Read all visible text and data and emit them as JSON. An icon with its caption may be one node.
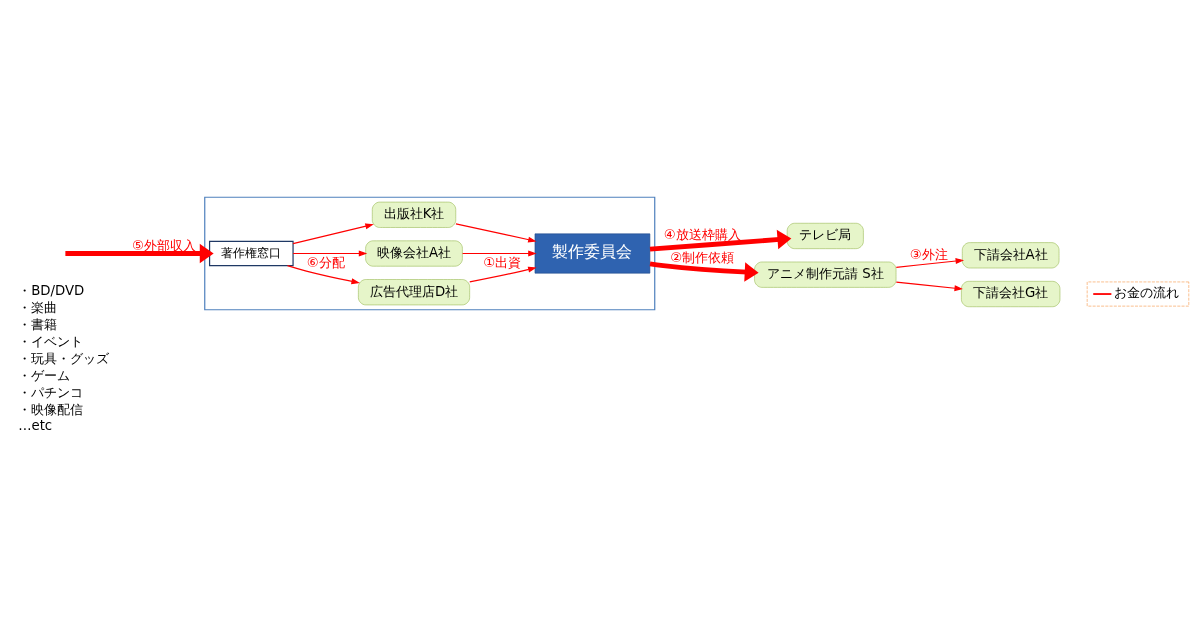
{
  "diagram": {
    "nodes": [
      {
        "text": [
          "テレビ局"
        ]
      },
      {
        "text": [],
        "shape": "box"
      },
      {
        "text": [
          "製作委員会"
        ],
        "in": 1
      },
      {
        "text": [
          "広告代理店D社"
        ],
        "in": 1
      },
      {
        "text": [
          "映像会社A社"
        ],
        "in": 1
      },
      {
        "text": [
          "出版社K社"
        ],
        "in": 1
      },
      {
        "text": [
          "著作権窓口"
        ],
        "in": 1
      },
      {
        "text": [
          "アニメ制作元請 S社"
        ]
      },
      {
        "text": [
          "下請会社A社"
        ]
      },
      {
        "text": [
          "下請会社G社"
        ]
      }
    ],
    "edges": [
      {
        "from": 2,
        "to": 0,
        "arrow": "to",
        "label": "④放送枠購入",
        "style": "thick"
      },
      {
        "from": 3,
        "to": 2,
        "arrow": "to",
        "label": "①出資"
      },
      {
        "from": 4,
        "to": 2,
        "arrow": "to"
      },
      {
        "from": 5,
        "to": 2,
        "arrow": "to"
      },
      {
        "from": 6,
        "to": 3,
        "arrow": "to",
        "label": "⑥分配"
      },
      {
        "from": 6,
        "to": 4,
        "arrow": "to"
      },
      {
        "from": 6,
        "to": 5,
        "arrow": "to"
      },
      {
        "from": 2,
        "to": 7,
        "arrow": "to",
        "label": "②制作依頼",
        "style": "thick"
      },
      {
        "from": 7,
        "to": 8,
        "arrow": "to",
        "label": "③外注"
      },
      {
        "from": 7,
        "to": 9,
        "arrow": "to"
      },
      {
        "from": null,
        "to": 6,
        "arrow": "to",
        "label": "⑤外部収入",
        "style": "thick"
      }
    ],
    "labels": [
      "・BD/DVD",
      "・楽曲",
      "・書籍",
      "・イベント",
      "・玩具・グッズ",
      "・ゲーム",
      "・パチンコ",
      "・映像配信",
      "…etc"
    ],
    "legend": [
      {
        "text": "お金の流れ"
      }
    ]
  }
}
